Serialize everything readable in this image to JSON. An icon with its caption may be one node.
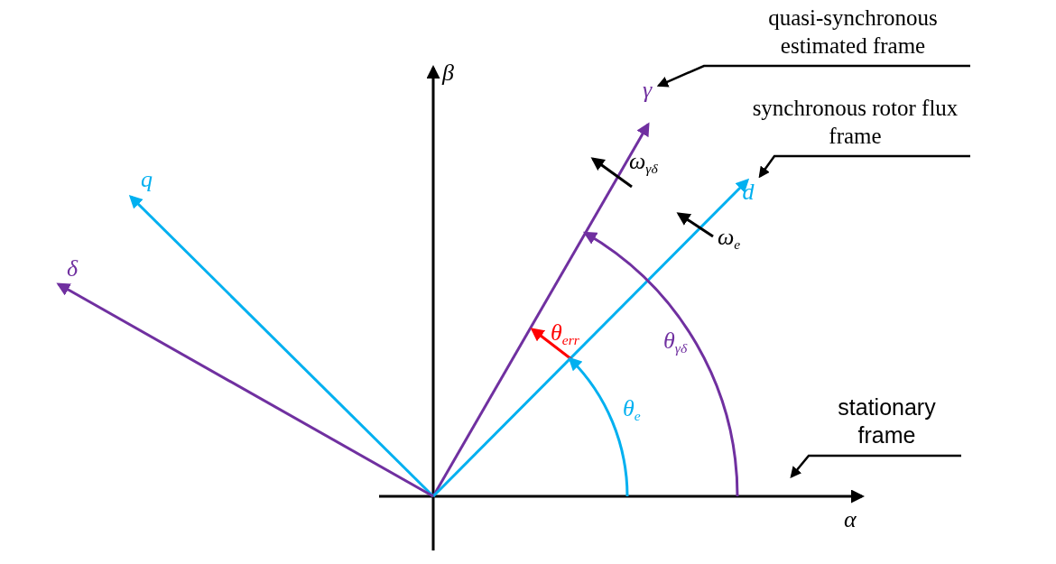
{
  "diagram": {
    "nodes": [
      {
        "text": [
          "quasi-synchronous estimated frame"
        ]
      },
      {
        "text": [
          "synchronous rotor flux frame"
        ]
      },
      {
        "text": [
          "stationary frame"
        ]
      },
      {
        "text": [
          "γ"
        ]
      },
      {
        "text": [
          "d"
        ]
      }
    ],
    "edges": [
      {
        "from": 0,
        "to": 3,
        "arrow": "to"
      },
      {
        "from": 1,
        "to": 4,
        "arrow": "to"
      },
      {
        "from": 2,
        "to": null,
        "arrow": "to"
      }
    ],
    "labels": [
      "β",
      "q",
      "δ",
      "ω$_{γδ}$",
      "ω$_{e}$",
      "θ$_{γδ}$",
      "θ$_{err}$",
      "θ$_{e}$",
      "α"
    ]
  }
}
